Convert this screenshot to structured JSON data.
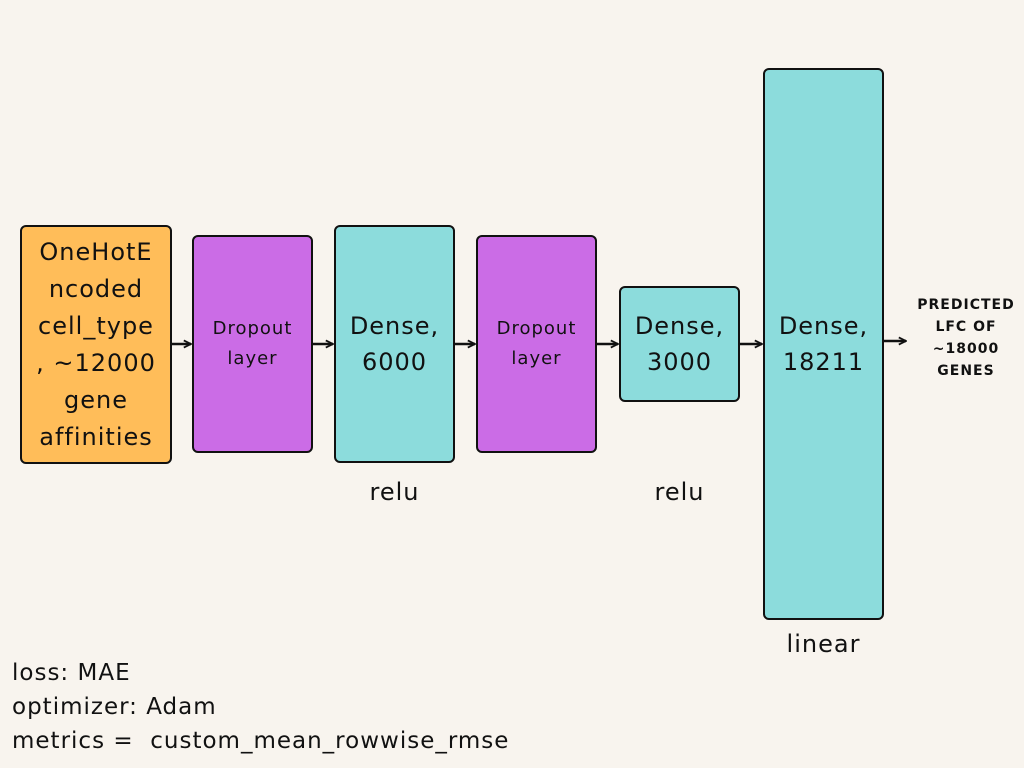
{
  "colors": {
    "background": "#f8f4ee",
    "input": "#ffbd59",
    "dropout": "#cb6ce6",
    "dense": "#8cdcdc",
    "stroke": "#111111"
  },
  "input_node": {
    "label": "OneHotE\nncoded\ncell_type\n, ~12000\ngene\naffinities"
  },
  "layers": [
    {
      "label": "Dropout\nlayer"
    },
    {
      "label": "Dense,\n6000",
      "activation": "relu"
    },
    {
      "label": "Dropout\nlayer"
    },
    {
      "label": "Dense,\n3000",
      "activation": "relu"
    },
    {
      "label": "Dense,\n18211",
      "activation": "linear"
    }
  ],
  "output": {
    "label": "PREDICTED\nLFC OF\n~18000\nGENES"
  },
  "training": {
    "loss": "loss: MAE",
    "optimizer": "optimizer: Adam",
    "metrics": "metrics =  custom_mean_rowwise_rmse"
  }
}
